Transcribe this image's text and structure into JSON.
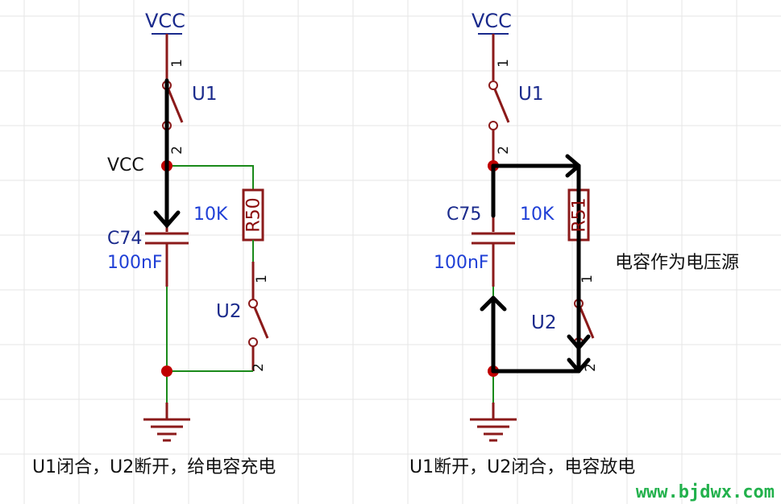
{
  "left_circuit": {
    "vcc_top": "VCC",
    "vcc_node": "VCC",
    "switch_u1": "U1",
    "switch_u2": "U2",
    "cap_name": "C74",
    "cap_value": "100nF",
    "res_name": "R50",
    "res_value": "10K",
    "pin1_u1": "1",
    "pin2_u1": "2",
    "pin1_u2": "1",
    "pin2_u2": "2",
    "caption": "U1闭合，U2断开，给电容充电"
  },
  "right_circuit": {
    "vcc_top": "VCC",
    "switch_u1": "U1",
    "switch_u2": "U2",
    "cap_name": "C75",
    "cap_value": "100nF",
    "res_name": "R51",
    "res_value": "10K",
    "pin1_u1": "1",
    "pin2_u1": "2",
    "pin1_u2": "1",
    "pin2_u2": "2",
    "note": "电容作为电压源",
    "caption": "U1断开，U2闭合，电容放电"
  },
  "watermark": "www.bjdwx.com",
  "colors": {
    "wire": "#1a8a1a",
    "component": "#8b1a1a",
    "node": "#c00000",
    "arrow": "#000000",
    "label_blue": "#1a2a8c"
  }
}
